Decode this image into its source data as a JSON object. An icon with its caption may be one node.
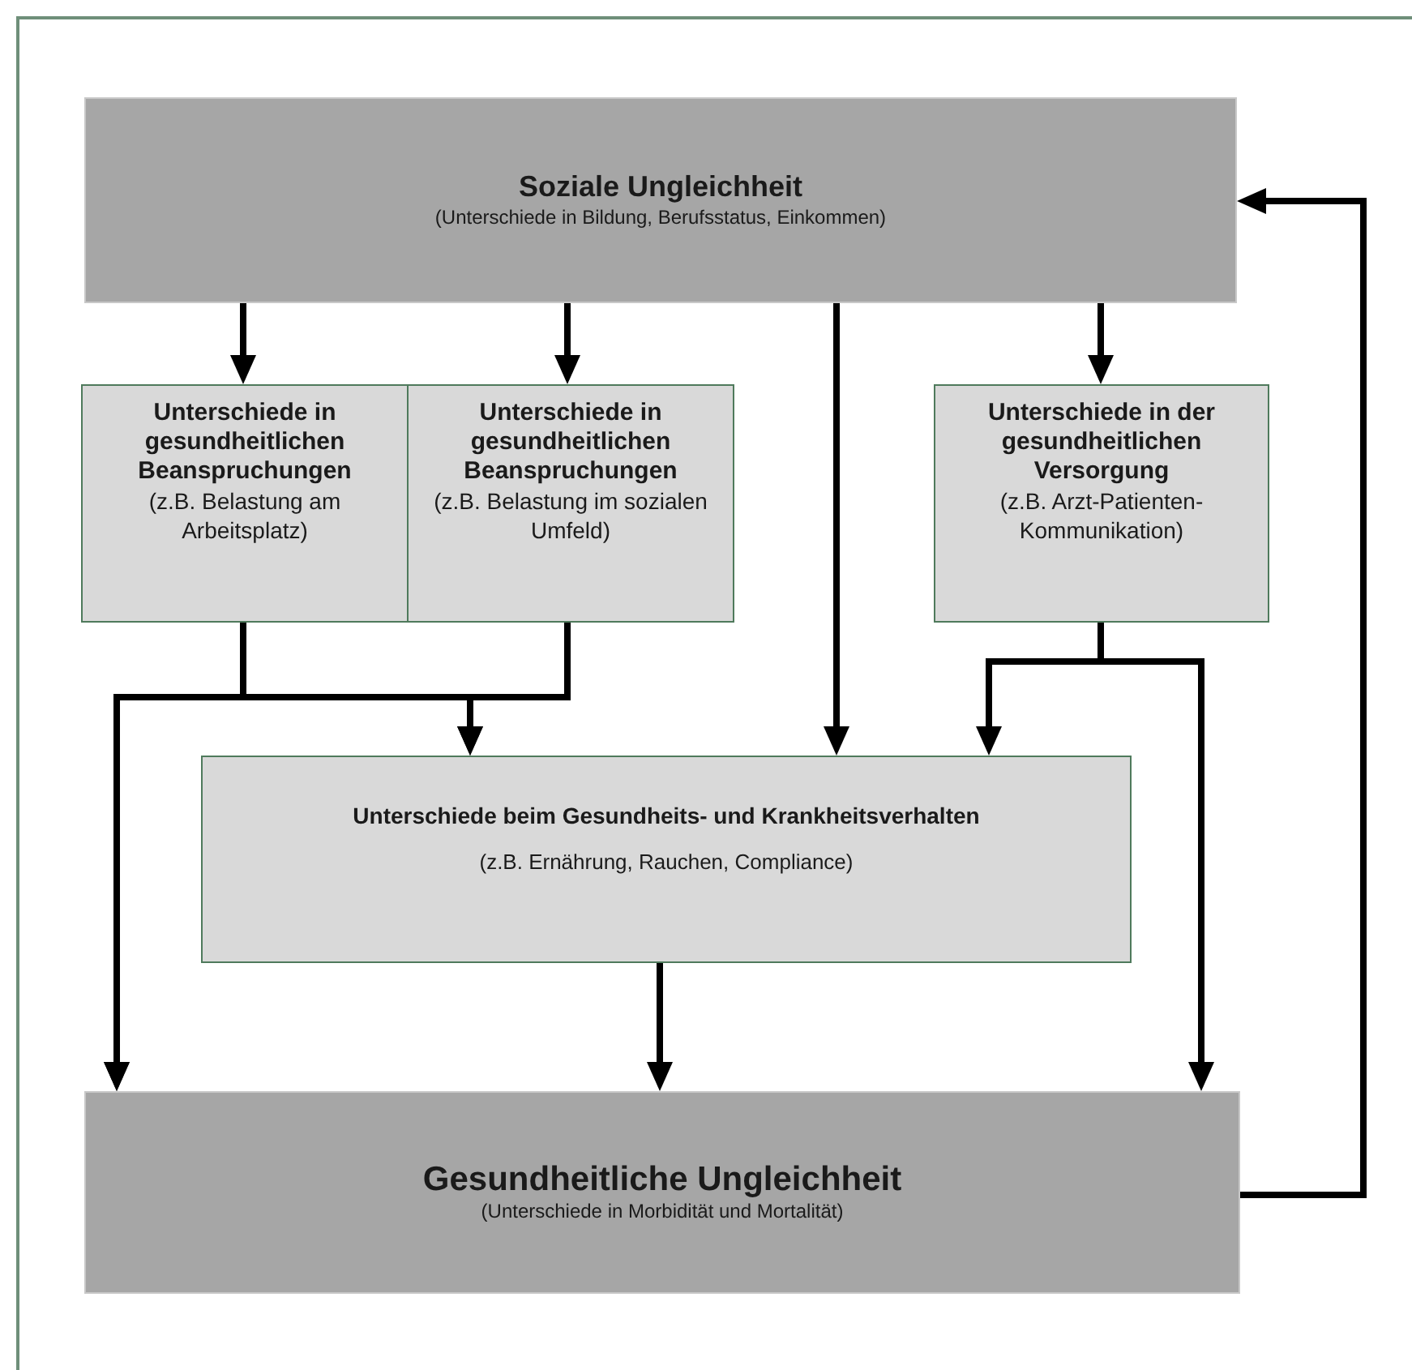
{
  "diagram": {
    "nodes": [
      {
        "text": [
          "Soziale Ungleichheit",
          "(Unterschiede in Bildung, Berufsstatus, Einkommen)"
        ]
      },
      {
        "text": [
          "Unterschiede in gesundheitlichen Beanspruchungen",
          "(z.B. Belastung am Arbeitsplatz)"
        ]
      },
      {
        "text": [
          "Unterschiede in gesundheitlichen Beanspruchungen",
          "(z.B. Belastung im sozialen Umfeld)"
        ]
      },
      {
        "text": [
          "Unterschiede in der gesundheitlichen Versorgung",
          "(z.B. Arzt-Patienten-Kommunikation)"
        ]
      },
      {
        "text": [
          "Unterschiede beim Gesundheits- und Krankheitsverhalten",
          "(z.B. Ernährung, Rauchen, Compliance)"
        ]
      },
      {
        "text": [
          "Gesundheitliche Ungleichheit",
          "(Unterschiede in Morbidität und Mortalität)"
        ]
      }
    ],
    "edges": [
      {
        "from": 0,
        "to": 1,
        "arrow": "to"
      },
      {
        "from": 0,
        "to": 2,
        "arrow": "to"
      },
      {
        "from": 0,
        "to": 4,
        "arrow": "to"
      },
      {
        "from": 0,
        "to": 3,
        "arrow": "to"
      },
      {
        "from": 1,
        "to": 5,
        "arrow": "to"
      },
      {
        "from": 1,
        "to": 4,
        "arrow": "to"
      },
      {
        "from": 2,
        "to": 5,
        "arrow": "to"
      },
      {
        "from": 2,
        "to": 4,
        "arrow": "to"
      },
      {
        "from": 3,
        "to": 4,
        "arrow": "to"
      },
      {
        "from": 3,
        "to": 5,
        "arrow": "to"
      },
      {
        "from": 4,
        "to": 5,
        "arrow": "to"
      },
      {
        "from": 5,
        "to": 0,
        "arrow": "to"
      }
    ]
  }
}
